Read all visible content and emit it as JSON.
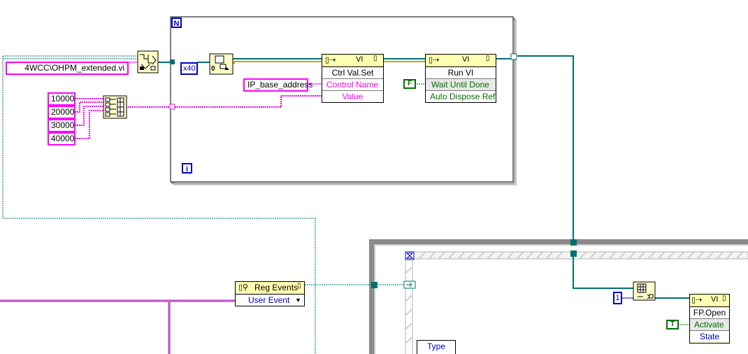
{
  "path_constant": "4WCC\\OHPM_extended.vi",
  "array_constants": [
    "10000",
    "20000",
    "30000",
    "40000"
  ],
  "loop": {
    "n_terminal": "N",
    "i_terminal": "i"
  },
  "open_ref_option": "x40",
  "open_ref_zero": "0",
  "ip_constant": "IP_base_address",
  "ctrl_val_set": {
    "vi_badge": "VI",
    "title": "Ctrl Val.Set",
    "inputs": [
      "Control Name",
      "Value"
    ]
  },
  "run_vi": {
    "vi_badge": "VI",
    "title": "Run VI",
    "inputs": [
      "Wait Until Done",
      "Auto Dispose Ref"
    ]
  },
  "false_constant": "F",
  "reg_events": {
    "title": "Reg Events",
    "item": "User Event"
  },
  "event_structure": {
    "type_label": "Type"
  },
  "index_constant": "1",
  "fp_open": {
    "vi_badge": "VI",
    "title": "FP.Open",
    "inputs": [
      "Activate",
      "State"
    ]
  },
  "true_constant": "T",
  "colors": {
    "refnum_wire": "#007070",
    "string_wire": "#ff00ff",
    "bool_wire": "#007000",
    "int_wire": "#0000c0",
    "node_bg": "#ffffc8"
  }
}
